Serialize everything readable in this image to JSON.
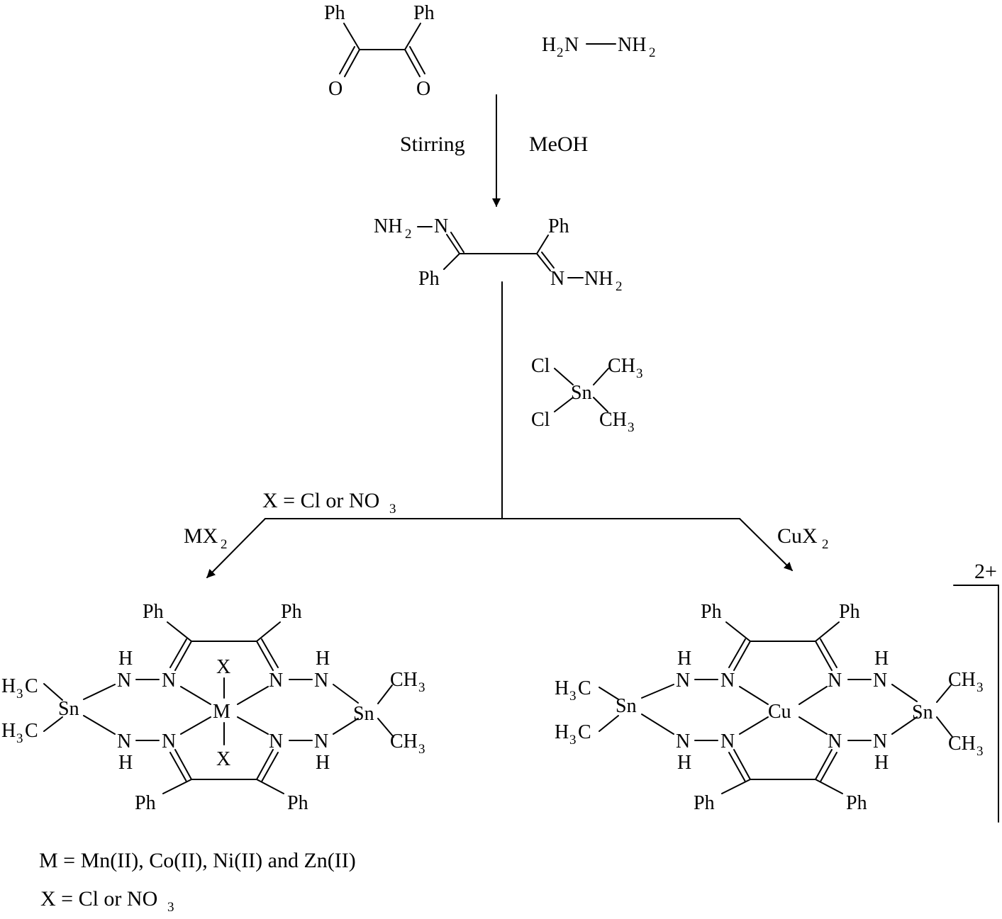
{
  "step1": {
    "benzil": {
      "ph_left": "Ph",
      "ph_right": "Ph",
      "o_left": "O",
      "o_right": "O"
    },
    "hydrazine": {
      "h2n_h": "H",
      "h2n_2": "2",
      "h2n_n": "N",
      "nh2_nh": "NH",
      "nh2_2": "2"
    },
    "condition_left": "Stirring",
    "condition_right": "MeOH"
  },
  "intermediate": {
    "nh2_left": "NH",
    "nh2_left_sub": "2",
    "n_left": "N",
    "ph_bottom": "Ph",
    "ph_top": "Ph",
    "n_right": "N",
    "nh2_right": "NH",
    "nh2_right_sub": "2"
  },
  "reagent": {
    "cl_top": "Cl",
    "cl_bottom": "Cl",
    "sn": "Sn",
    "ch3_top": "CH",
    "ch3_bottom": "CH",
    "sub3": "3"
  },
  "branch_labels": {
    "x_def": "X = Cl or NO",
    "x_def_sub": "3",
    "mx2": "MX",
    "mx2_sub": "2",
    "cux2": "CuX",
    "cux2_sub": "2"
  },
  "left_complex": {
    "ph": "Ph",
    "h": "H",
    "n": "N",
    "m": "M",
    "x": "X",
    "sn": "Sn",
    "h3c_h": "H",
    "h3c_c": "C",
    "ch3_c": "CH",
    "sub3": "3"
  },
  "right_complex": {
    "ph": "Ph",
    "h": "H",
    "n": "N",
    "cu": "Cu",
    "sn": "Sn",
    "h3c_h": "H",
    "h3c_c": "C",
    "ch3_c": "CH",
    "sub3": "3",
    "charge": "2+"
  },
  "footnotes": {
    "metals": "M = Mn(II), Co(II), Ni(II) and Zn(II)",
    "x": "X = Cl or NO",
    "x_sub": "3"
  },
  "colors": {
    "ink": "#000000",
    "background": "#ffffff"
  }
}
